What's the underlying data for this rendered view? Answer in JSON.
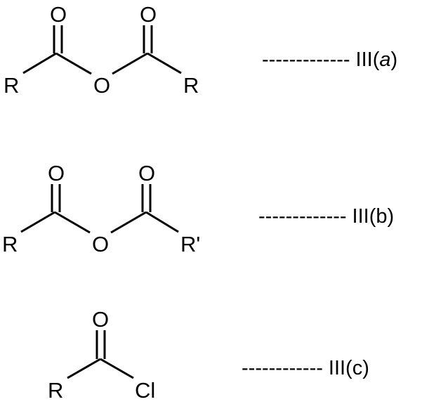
{
  "structures": [
    {
      "label_dashes": "-------------",
      "label_text": "III(a)",
      "label_prefix": "III(",
      "label_italic": "a",
      "label_suffix": ")",
      "atoms": {
        "left_r": "R",
        "left_o": "O",
        "bridge_o": "O",
        "right_o": "O",
        "right_r": "R"
      }
    },
    {
      "label_dashes": "-------------",
      "label_text": "III(b)",
      "atoms": {
        "left_r": "R",
        "left_o": "O",
        "bridge_o": "O",
        "right_o": "O",
        "right_r": "R'"
      }
    },
    {
      "label_dashes": "------------",
      "label_text": "III(c)",
      "atoms": {
        "r": "R",
        "o": "O",
        "cl": "Cl"
      }
    }
  ]
}
